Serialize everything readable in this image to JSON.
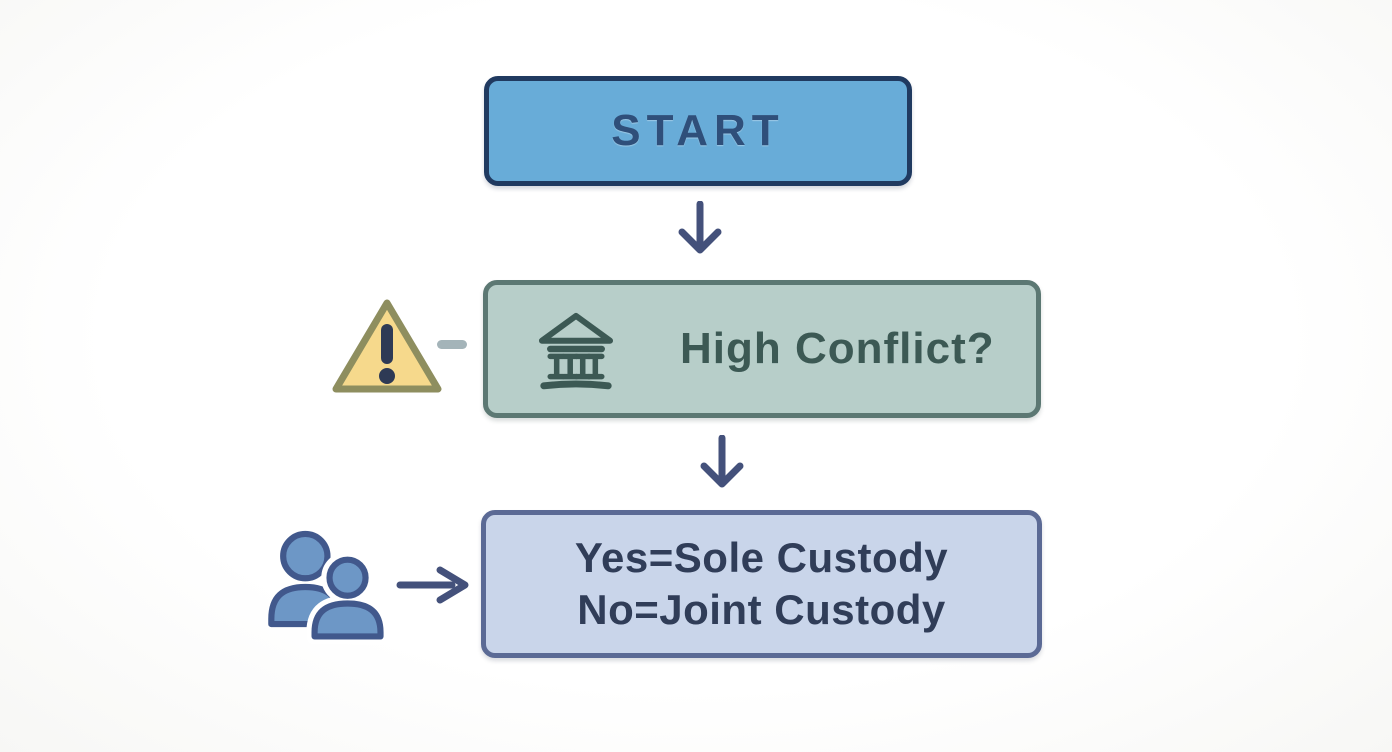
{
  "palette": {
    "arrow": "#44517b",
    "dash": "#a4b4b9",
    "start_fill": "#68acd8",
    "start_border": "#203a60",
    "start_text": "#2f4f7a",
    "decision_fill": "#b7cec9",
    "decision_border": "#5c7873",
    "decision_text": "#3c5954",
    "outcome_fill": "#c9d5ea",
    "outcome_border": "#5b6a95",
    "outcome_text": "#303d58",
    "warning_fill": "#f6d98c",
    "warning_border": "#8e8e5f",
    "warning_mark": "#2e3a55",
    "people_fill": "#6d97c6",
    "people_border": "#41588c",
    "bank_icon_color": "#3c5954"
  },
  "nodes": {
    "start": {
      "label": "START"
    },
    "decision": {
      "label": "High Conflict?",
      "icon": "bank-icon"
    },
    "outcome": {
      "line1": "Yes=Sole Custody",
      "line2": "No=Joint Custody"
    }
  },
  "icons": {
    "warning": "warning-triangle-icon",
    "people": "people-icon",
    "bank": "bank-icon"
  }
}
